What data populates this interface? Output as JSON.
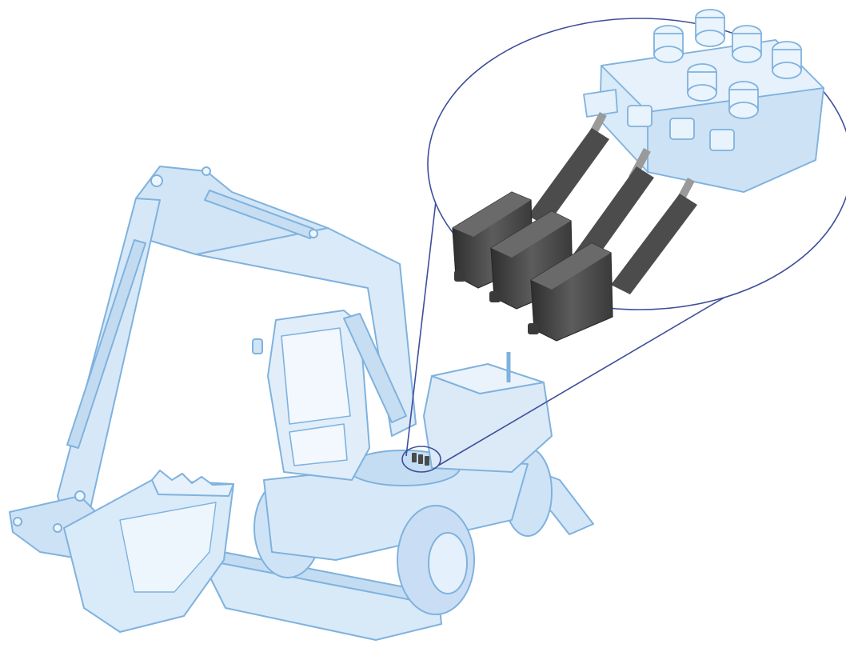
{
  "illustration": {
    "subject": "wheeled-excavator",
    "callout_subject": "linear-actuators-on-hydraulic-valve-block",
    "actuator_count": 3,
    "valve_knob_count": 6
  },
  "colors": {
    "background": "#ffffff",
    "line": "#7fb2de",
    "line_dark": "#5a91c6",
    "fill": "#d7e9f8",
    "fill_light": "#e9f3fc",
    "fill_mid": "#c4ddf3",
    "callout_stroke": "#3f4f9a",
    "actuator_dark": "#3d3d3d",
    "actuator_mid": "#5a5a5a",
    "actuator_light": "#8a8a8a",
    "rod": "#6c6c6c"
  },
  "icons": {
    "callout": "magnifier-callout-icon",
    "actuator": "linear-actuator-icon"
  }
}
